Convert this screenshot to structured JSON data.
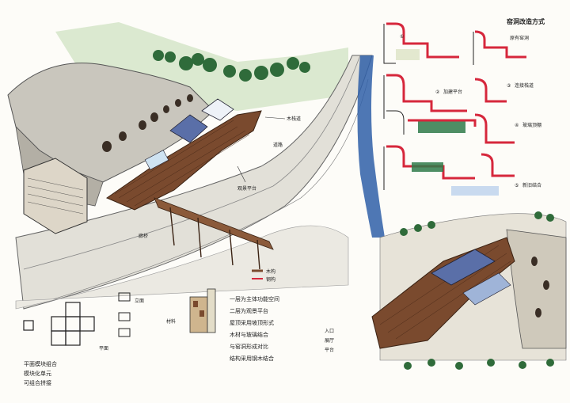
{
  "sheet": {
    "background": "#fdfcf8",
    "accent_colors": {
      "wood_deck": "#7a4a2e",
      "roof_blue": "#5a6fa8",
      "river_blue": "#2f5fa8",
      "trees_green": "#2f6b3a",
      "section_red": "#d6273c",
      "section_green": "#2f7a4a",
      "rock": "#c9c6bd",
      "road": "#d8d6cf"
    }
  },
  "main_perspective": {
    "callout_top": "木栈道",
    "callout_mid": "观景平台",
    "callout_road": "道路",
    "callout_bridge": "廊桥"
  },
  "section_panel": {
    "title": "窑洞改造方式",
    "steps": [
      {
        "number": "①",
        "note": "原有窑洞"
      },
      {
        "number": "②",
        "note": "加建平台"
      },
      {
        "number": "③",
        "note": "连接栈道"
      },
      {
        "number": "④",
        "note": "玻璃顶棚"
      },
      {
        "number": "⑤",
        "note": "新旧结合"
      }
    ]
  },
  "bottom_notes": {
    "legend_1": "木构",
    "legend_2": "钢构",
    "left_notes": [
      "平面模块组合",
      "模块化单元",
      "可组合拼接"
    ],
    "plan_label": "平面",
    "elevation_label": "立面",
    "material_label": "材料",
    "center_notes": [
      "一层为主体功能空间",
      "二层为观景平台",
      "屋顶采用坡顶形式",
      "木材与玻璃结合",
      "与窑洞形成对比",
      "结构采用钢木结合"
    ],
    "right_notes": [
      "入口",
      "展厅",
      "平台"
    ]
  }
}
